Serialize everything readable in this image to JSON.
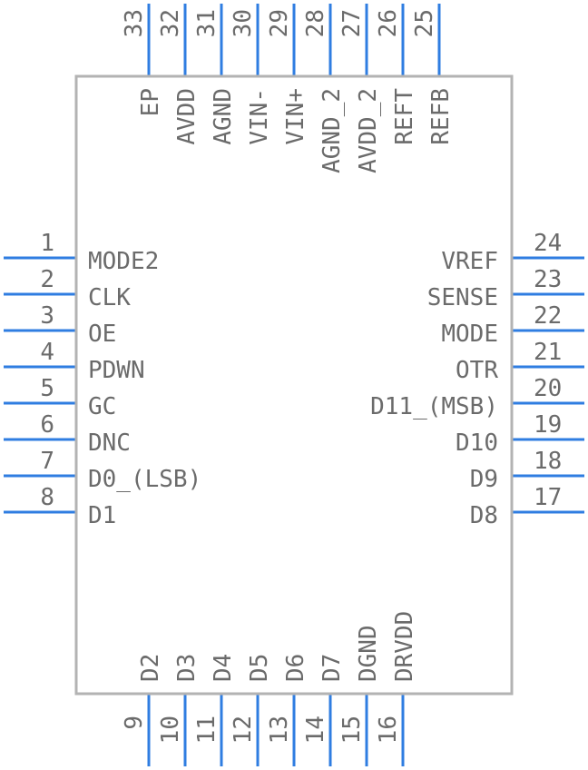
{
  "component": {
    "left_pins": [
      {
        "number": "1",
        "label": "MODE2"
      },
      {
        "number": "2",
        "label": "CLK"
      },
      {
        "number": "3",
        "label": "OE"
      },
      {
        "number": "4",
        "label": "PDWN"
      },
      {
        "number": "5",
        "label": "GC"
      },
      {
        "number": "6",
        "label": "DNC"
      },
      {
        "number": "7",
        "label": "D0_(LSB)"
      },
      {
        "number": "8",
        "label": "D1"
      }
    ],
    "right_pins": [
      {
        "number": "24",
        "label": "VREF"
      },
      {
        "number": "23",
        "label": "SENSE"
      },
      {
        "number": "22",
        "label": "MODE"
      },
      {
        "number": "21",
        "label": "OTR"
      },
      {
        "number": "20",
        "label": "D11_(MSB)"
      },
      {
        "number": "19",
        "label": "D10"
      },
      {
        "number": "18",
        "label": "D9"
      },
      {
        "number": "17",
        "label": "D8"
      }
    ],
    "top_pins": [
      {
        "number": "33",
        "label": "EP"
      },
      {
        "number": "32",
        "label": "AVDD"
      },
      {
        "number": "31",
        "label": "AGND"
      },
      {
        "number": "30",
        "label": "VIN-"
      },
      {
        "number": "29",
        "label": "VIN+"
      },
      {
        "number": "28",
        "label": "AGND_2"
      },
      {
        "number": "27",
        "label": "AVDD_2"
      },
      {
        "number": "26",
        "label": "REFT"
      },
      {
        "number": "25",
        "label": "REFB"
      }
    ],
    "bottom_pins": [
      {
        "number": "9",
        "label": "D2"
      },
      {
        "number": "10",
        "label": "D3"
      },
      {
        "number": "11",
        "label": "D4"
      },
      {
        "number": "12",
        "label": "D5"
      },
      {
        "number": "13",
        "label": "D6"
      },
      {
        "number": "14",
        "label": "D7"
      },
      {
        "number": "15",
        "label": "DGND"
      },
      {
        "number": "16",
        "label": "DRVDD"
      }
    ]
  },
  "colors": {
    "pin": "#2f7de1",
    "outline": "#b3b3b3",
    "text": "#6b6b6b"
  }
}
